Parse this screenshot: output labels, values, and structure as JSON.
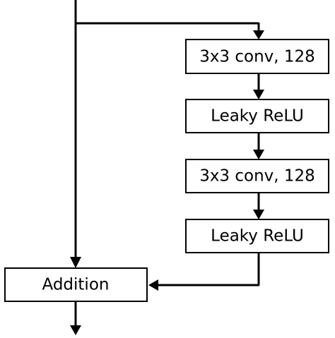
{
  "diagram": {
    "nodes": [
      {
        "id": "conv1",
        "label": "3x3 conv, 128"
      },
      {
        "id": "relu1",
        "label": "Leaky ReLU"
      },
      {
        "id": "conv2",
        "label": "3x3 conv, 128"
      },
      {
        "id": "relu2",
        "label": "Leaky ReLU"
      },
      {
        "id": "add",
        "label": "Addition"
      }
    ],
    "edges": [
      {
        "from": "input",
        "to": "conv1"
      },
      {
        "from": "conv1",
        "to": "relu1"
      },
      {
        "from": "relu1",
        "to": "conv2"
      },
      {
        "from": "conv2",
        "to": "relu2"
      },
      {
        "from": "relu2",
        "to": "add"
      },
      {
        "from": "input",
        "to": "add",
        "kind": "skip"
      },
      {
        "from": "add",
        "to": "output"
      }
    ]
  }
}
